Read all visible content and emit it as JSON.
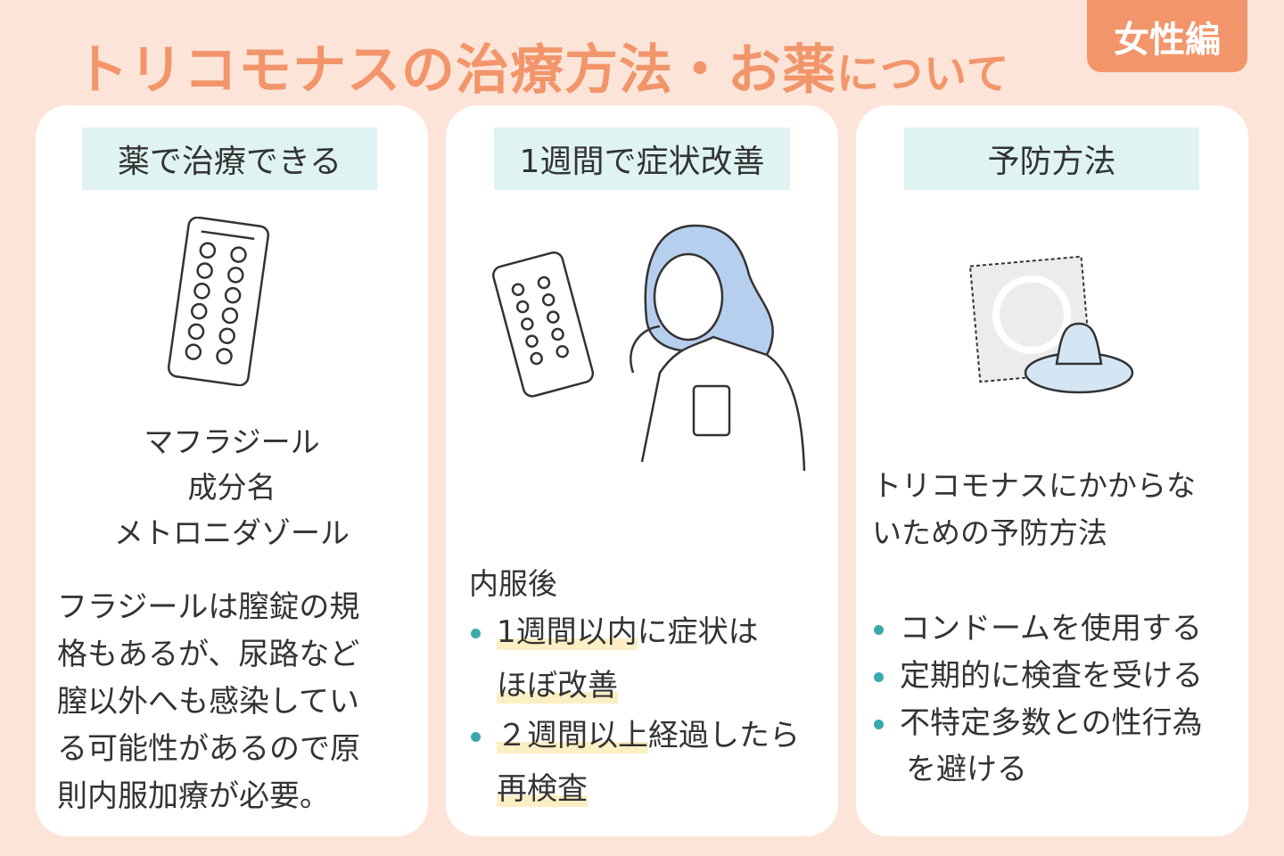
{
  "title": {
    "main": "トリコモナスの治療方法・お薬",
    "suffix": "について"
  },
  "badge": "女性編",
  "cards": [
    {
      "heading": "薬で治療できる",
      "drug_name": "マフラジール",
      "ingredient_label": "成分名",
      "ingredient": "メトロニダゾール",
      "description": "フラジールは膣錠の規\n格もあるが、尿路など\n膣以外へも感染してい\nる可能性があるので原\n則内服加療が必要。"
    },
    {
      "heading": "1週間で症状改善",
      "intro": "内服後",
      "bullets": [
        {
          "hl1": "1週間以内",
          "rest1": "に症状は",
          "hl2": "ほぼ改善"
        },
        {
          "hl1": "２週間以上",
          "rest1": "経過したら",
          "hl2": "再検査"
        }
      ]
    },
    {
      "heading": "予防方法",
      "intro_line1": "トリコモナスにかからな",
      "intro_line2": "いための予防方法",
      "bullets": [
        "コンドームを使用する",
        "定期的に検査を受ける",
        "不特定多数との性行為"
      ],
      "bullet3_cont": "を避ける"
    }
  ],
  "colors": {
    "accent": "#f2956a",
    "bg": "#fde4d9",
    "head": "#e0f3f3",
    "bullet": "#3aa9ae",
    "highlight": "#fdefc4"
  }
}
